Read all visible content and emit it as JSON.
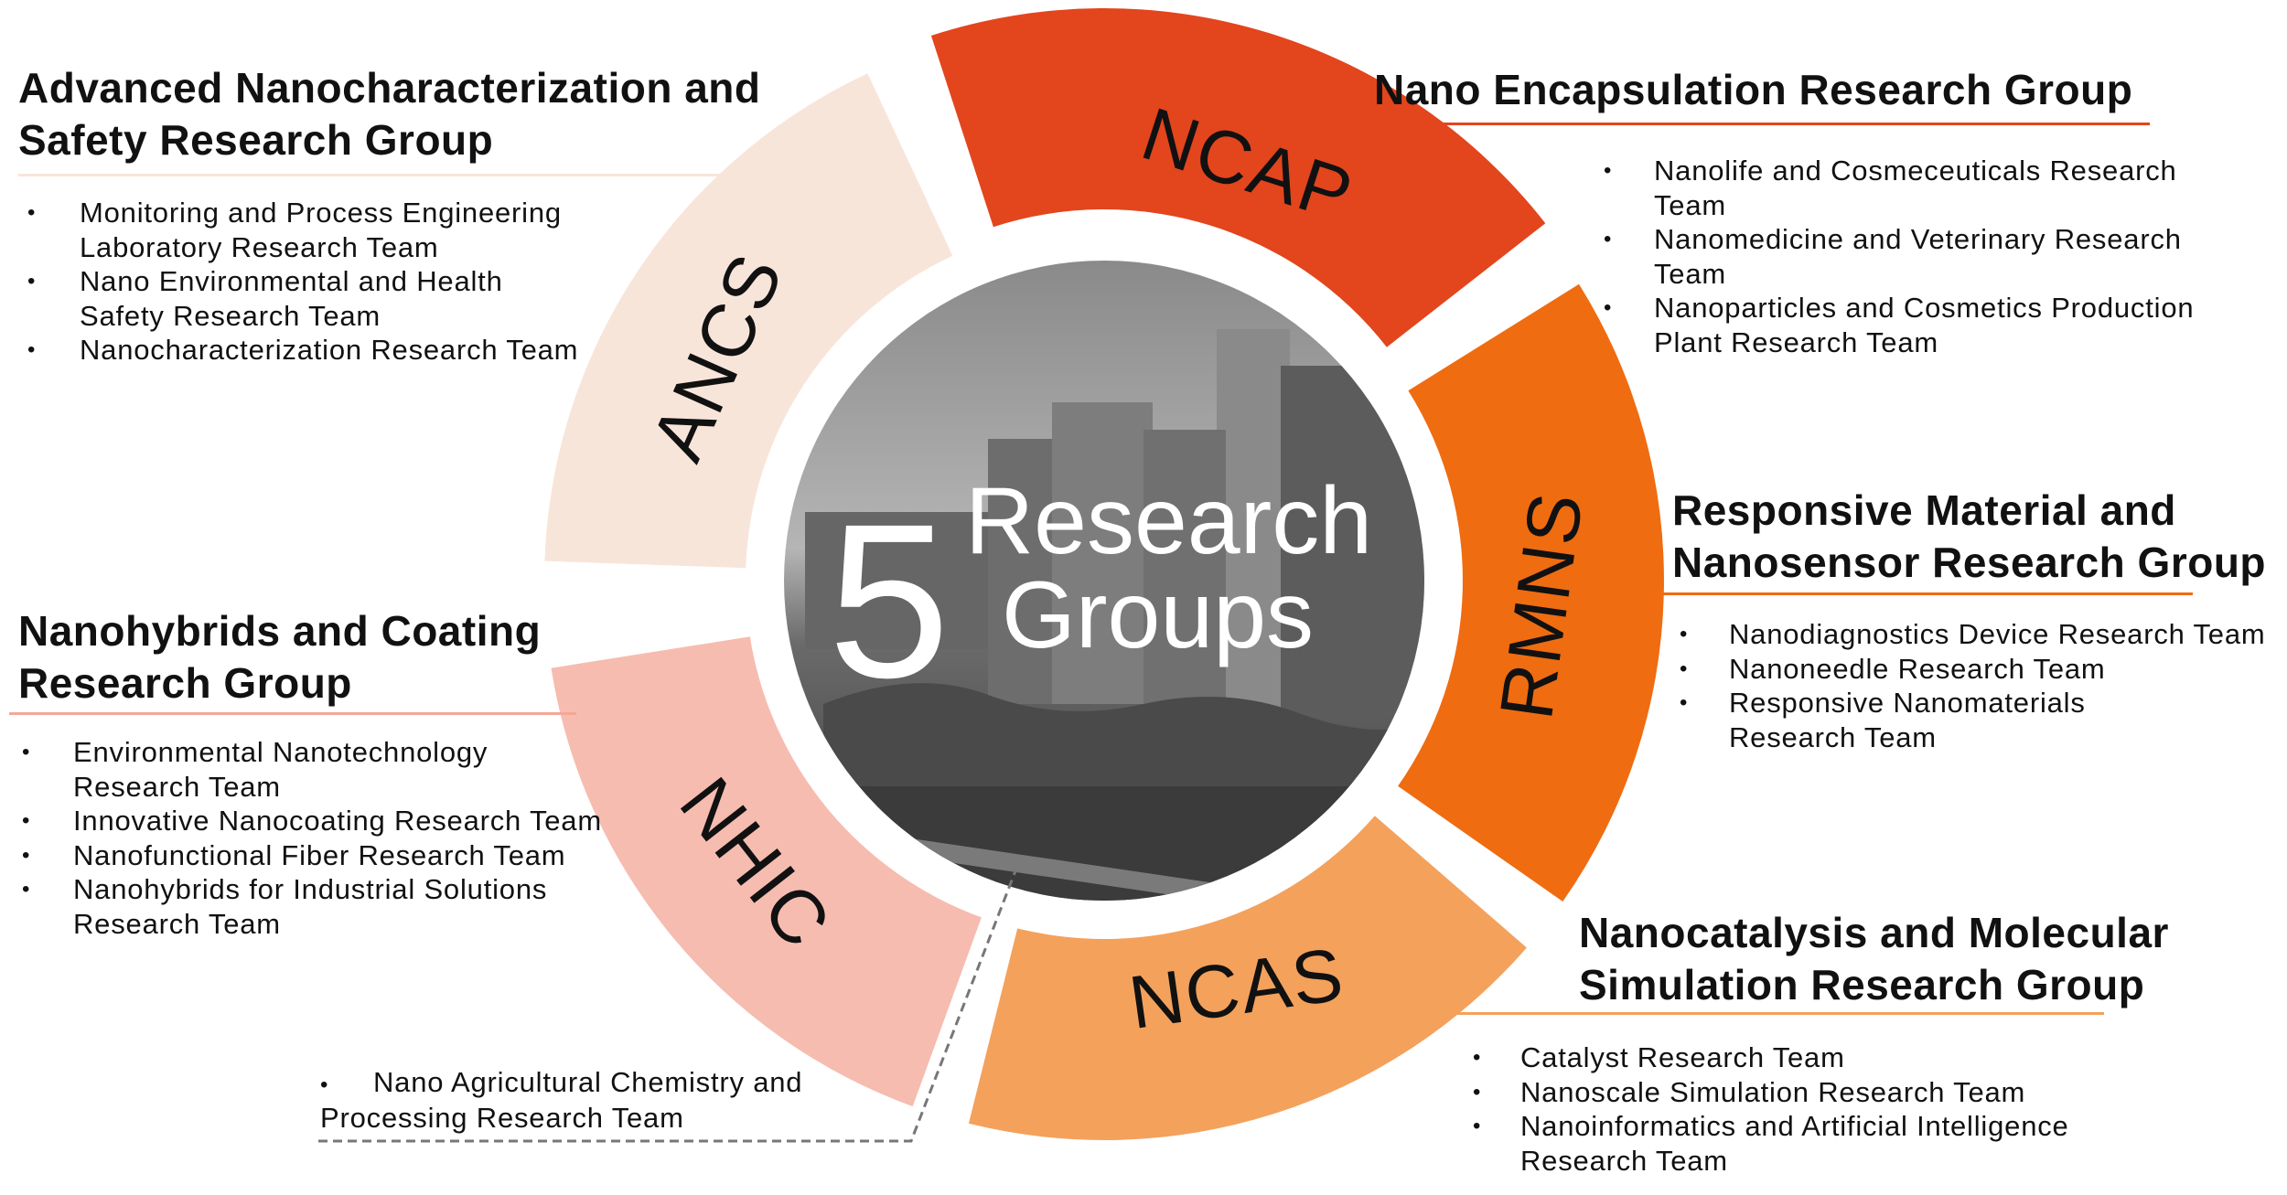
{
  "center": {
    "number": "5",
    "line1": "Research",
    "line2": "Groups"
  },
  "colors": {
    "ancs": "#f8e5da",
    "ncap": "#e3451d",
    "rmns": "#ef6c11",
    "ncas": "#f4a15c",
    "nhic": "#f6bcb0"
  },
  "segments": {
    "ancs": "ANCS",
    "ncap": "NCAP",
    "rmns": "RMNS",
    "ncas": "NCAS",
    "nhic": "NHIC"
  },
  "groups": {
    "ancs": {
      "title_line1": "Advanced Nanocharacterization and",
      "title_line2": "Safety Research Group",
      "teams": [
        [
          "Monitoring and Process Engineering",
          "Laboratory Research Team"
        ],
        [
          "Nano Environmental and Health",
          "Safety Research Team"
        ],
        [
          "Nanocharacterization Research Team"
        ]
      ]
    },
    "ncap": {
      "title_line1": "Nano Encapsulation Research Group",
      "teams": [
        [
          "Nanolife and Cosmeceuticals Research",
          "Team"
        ],
        [
          "Nanomedicine and Veterinary Research",
          "Team"
        ],
        [
          "Nanoparticles and Cosmetics Production",
          "Plant Research Team"
        ]
      ]
    },
    "rmns": {
      "title_line1": "Responsive Material and",
      "title_line2": "Nanosensor Research Group",
      "teams": [
        [
          "Nanodiagnostics Device Research Team"
        ],
        [
          "Nanoneedle Research Team"
        ],
        [
          "Responsive Nanomaterials",
          "Research Team"
        ]
      ]
    },
    "ncas": {
      "title_line1": "Nanocatalysis and Molecular",
      "title_line2": "Simulation Research Group",
      "teams": [
        [
          "Catalyst Research Team"
        ],
        [
          "Nanoscale Simulation Research Team"
        ],
        [
          "Nanoinformatics and Artificial Intelligence",
          "Research Team"
        ]
      ]
    },
    "nhic": {
      "title_line1": "Nanohybrids and Coating",
      "title_line2": "Research Group",
      "teams": [
        [
          "Environmental Nanotechnology",
          "Research Team"
        ],
        [
          "Innovative Nanocoating Research Team"
        ],
        [
          "Nanofunctional Fiber Research Team"
        ],
        [
          "Nanohybrids for Industrial Solutions",
          "Research Team"
        ]
      ],
      "extra_team": [
        "Nano Agricultural Chemistry and",
        "Processing Research Team"
      ]
    }
  }
}
